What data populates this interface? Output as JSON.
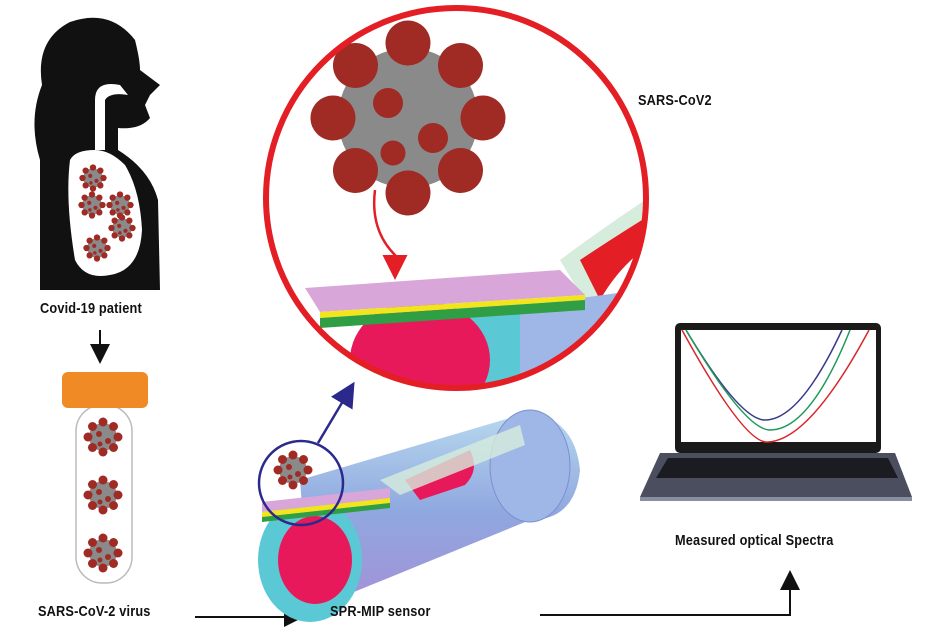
{
  "labels": {
    "patient": "Covid-19 patient",
    "virus_sample": "SARS-CoV-2 virus",
    "sensor": "SPR-MIP sensor",
    "spectra": "Measured  optical Spectra",
    "virus_zoom": "SARS-CoV2"
  },
  "colors": {
    "zoom_circle": "#e31e24",
    "small_circle": "#2b2a8c",
    "cap": "#f08a24",
    "virus": "#9b2a25",
    "fiber_core": "#e8195a",
    "cladding": "#5bc8d6",
    "gold_layer": "#f2e51b",
    "green_layer": "#2f9e44",
    "mip_layer": "#d9a6d9",
    "spectrum_1": "#3a3a8c",
    "spectrum_2": "#1e9a5a",
    "spectrum_3": "#d9262b"
  }
}
